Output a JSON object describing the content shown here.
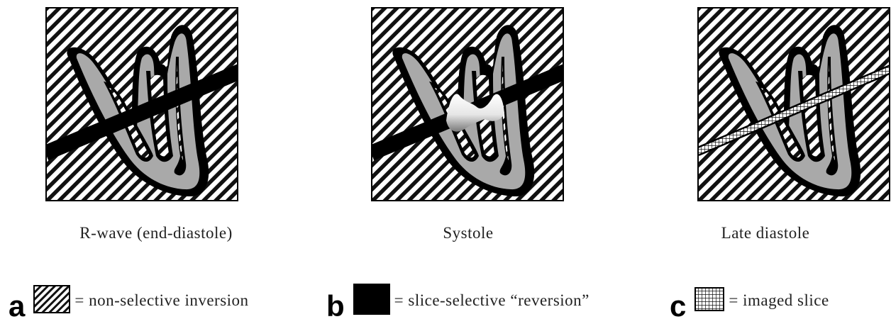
{
  "panels": [
    {
      "id": "a",
      "caption": "R-wave (end-diastole)"
    },
    {
      "id": "b",
      "caption": "Systole"
    },
    {
      "id": "c",
      "caption": "Late diastole"
    }
  ],
  "legend": [
    {
      "letter": "a",
      "text": "= non-selective inversion",
      "swatch": "diagonal-hatch"
    },
    {
      "letter": "b",
      "text": "= slice-selective “reversion”",
      "swatch": "solid-black"
    },
    {
      "letter": "c",
      "text": "= imaged slice",
      "swatch": "grid"
    }
  ],
  "colors": {
    "myocardium": "#a9a9a9",
    "outline": "#000000",
    "hatch": "#111111",
    "background": "#ffffff"
  }
}
